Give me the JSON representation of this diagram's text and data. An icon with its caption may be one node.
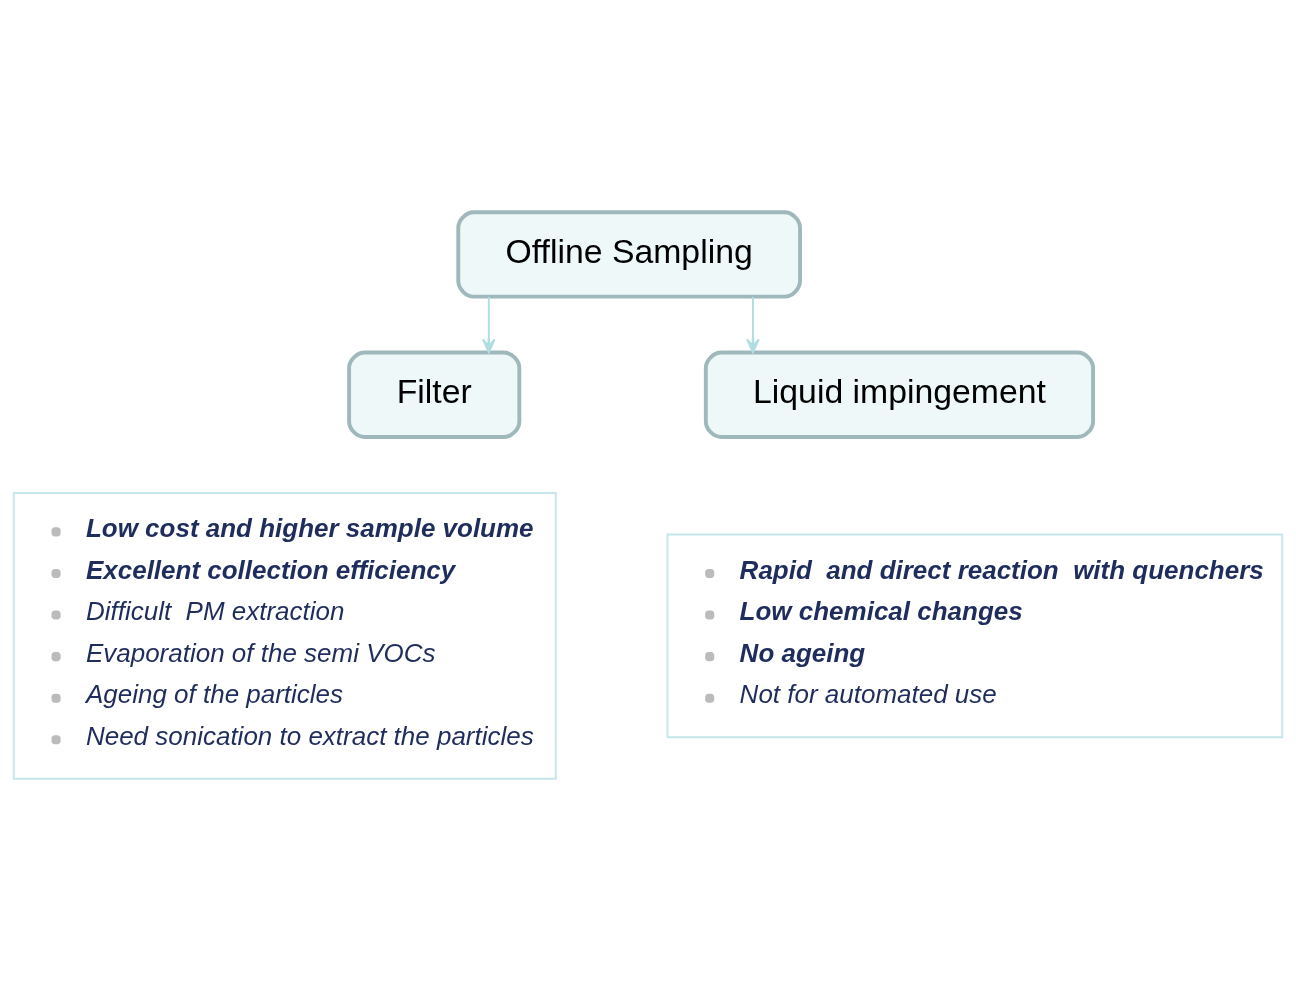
{
  "diagram": {
    "nodes": [
      {
        "text": [
          "Offline Sampling"
        ]
      },
      {
        "text": [
          "Filter"
        ]
      },
      {
        "text": [
          "Liquid impingement"
        ]
      },
      {
        "text": [
          "Low cost and higher sample volume",
          "Excellent collection efficiency",
          "Difficult  PM extraction",
          "Evaporation of the semi VOCs",
          "Ageing of the particles",
          "Need sonication to extract the particles"
        ]
      },
      {
        "text": [
          "Rapid  and direct reaction  with quenchers",
          "Low chemical changes",
          "No ageing",
          "Not for automated use"
        ]
      }
    ],
    "edges": [
      {
        "from": 0,
        "to": 1,
        "arrow": "to"
      },
      {
        "from": 0,
        "to": 2,
        "arrow": "to"
      }
    ]
  }
}
